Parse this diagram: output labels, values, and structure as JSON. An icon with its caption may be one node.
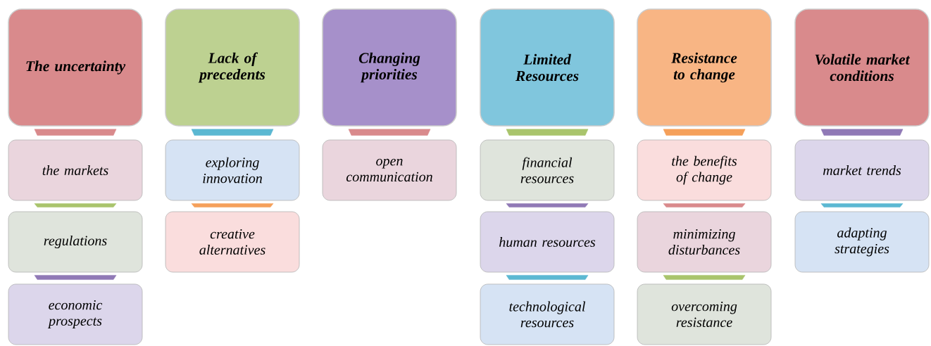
{
  "diagram": {
    "nodes": [
      {
        "text": [
          "The uncertainty"
        ]
      },
      {
        "text": [
          "the markets"
        ]
      },
      {
        "text": [
          "regulations"
        ]
      },
      {
        "text": [
          "economic prospects"
        ]
      },
      {
        "text": [
          "Lack of precedents"
        ]
      },
      {
        "text": [
          "exploring innovation"
        ]
      },
      {
        "text": [
          "creative alternatives"
        ]
      },
      {
        "text": [
          "Changing priorities"
        ]
      },
      {
        "text": [
          "open communication"
        ]
      },
      {
        "text": [
          "Limited Resources"
        ]
      },
      {
        "text": [
          "financial resources"
        ]
      },
      {
        "text": [
          "human resources"
        ]
      },
      {
        "text": [
          "technological resources"
        ]
      },
      {
        "text": [
          "Resistance to change"
        ]
      },
      {
        "text": [
          "the benefits of change"
        ]
      },
      {
        "text": [
          "minimizing disturbances"
        ]
      },
      {
        "text": [
          "overcoming resistance"
        ]
      },
      {
        "text": [
          "Volatile market conditions"
        ]
      },
      {
        "text": [
          "market trends"
        ]
      },
      {
        "text": [
          "adapting strategies"
        ]
      }
    ],
    "edges": [
      {
        "from": 0,
        "to": 1,
        "arrow": "none",
        "color": "#d98a8c"
      },
      {
        "from": 1,
        "to": 2,
        "arrow": "none",
        "color": "#a9c46c"
      },
      {
        "from": 2,
        "to": 3,
        "arrow": "none",
        "color": "#9079b6"
      },
      {
        "from": 4,
        "to": 5,
        "arrow": "none",
        "color": "#5bb8d2"
      },
      {
        "from": 5,
        "to": 6,
        "arrow": "none",
        "color": "#f5a05a"
      },
      {
        "from": 7,
        "to": 8,
        "arrow": "none",
        "color": "#d98a8c"
      },
      {
        "from": 9,
        "to": 10,
        "arrow": "none",
        "color": "#a9c46c"
      },
      {
        "from": 10,
        "to": 11,
        "arrow": "none",
        "color": "#9079b6"
      },
      {
        "from": 11,
        "to": 12,
        "arrow": "none",
        "color": "#5bb8d2"
      },
      {
        "from": 13,
        "to": 14,
        "arrow": "none",
        "color": "#f5a05a"
      },
      {
        "from": 14,
        "to": 15,
        "arrow": "none",
        "color": "#d98a8c"
      },
      {
        "from": 15,
        "to": 16,
        "arrow": "none",
        "color": "#a9c46c"
      },
      {
        "from": 17,
        "to": 18,
        "arrow": "none",
        "color": "#9079b6"
      },
      {
        "from": 18,
        "to": 19,
        "arrow": "none",
        "color": "#5bb8d2"
      }
    ]
  }
}
